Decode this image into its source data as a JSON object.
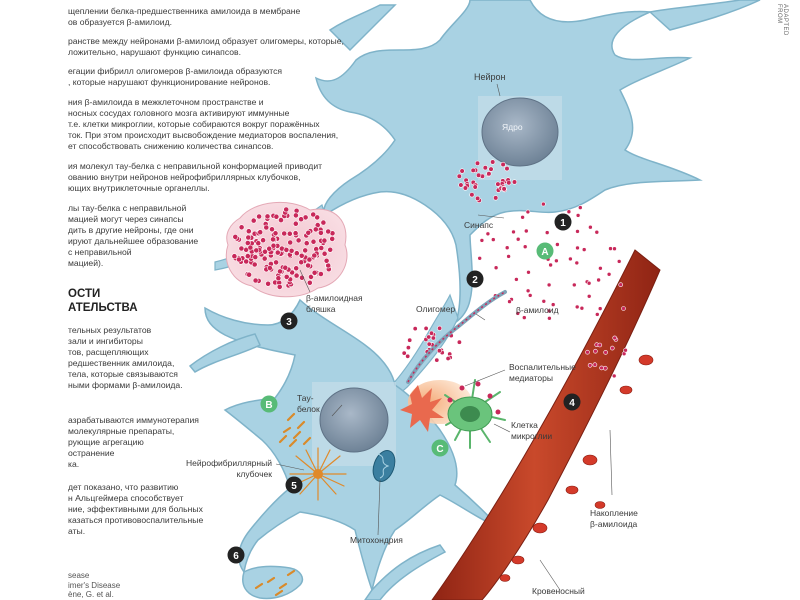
{
  "side_text": {
    "p1": "щеплении белка-предшественника амилоида в мембране\nов образуется β-амилоид.",
    "p2": "ранстве между нейронами β-амилоид образует олигомеры, которые,\nложительно, нарушают функцию синапсов.",
    "p3": "егации фибрилл олигомеров β-амилоида образуются\n, которые нарушают функционирование нейронов.",
    "p4": "ния β-амилоида в межклеточном пространстве и\nносных сосудах головного мозга активируют иммунные\nт.е. клетки микроглии, которые собираются вокруг поражённых\nток. При этом происходит высвобождение медиаторов воспаления,\nет способствовать снижению количества синапсов.",
    "p5": "ия молекул тау-белка с неправильной конформацией приводит\nованию внутри нейронов нейрофибриллярных клубочков,\nющих внутриклеточные органеллы.",
    "p6": "лы тау-белка с неправильной\nмацией могут через синапсы\nдить в другие нейроны, где они\nируют дальнейшее образование\nс неправильной\nмацией).",
    "heading": "ОСТИ\nАТЕЛЬСТВА",
    "p7": "тельных результатов\nзали и ингибиторы\nтов, расщепляющих\nредшественник амилоида,\nтела, которые связываются\nными формами β-амилоида.",
    "p8": "азрабатываются иммунотерапия\nмолекулярные препараты,\nрующие агрегацию\nостранение\nка.",
    "p9": "дет показано, что развитию\nн Альцгеймера способствует\nние, эффективными для больных\nказаться противовоспалительные\nаты.",
    "source": "sease\nimer's Disease\nène, G. et al.",
    "credit": "ADAPTED FROM"
  },
  "labels": {
    "neuron": "Нейрон",
    "nucleus": "Ядро",
    "synapse": "Синапс",
    "plaque": "β-амилоидная\nбляшка",
    "oligomer": "Олигомер",
    "beta_amyloid": "β-амилоид",
    "inflammatory": "Воспалительные\nмедиаторы",
    "tau": "Тау-\nбелок",
    "microglia": "Клетка\nмикроглии",
    "tangle": "Нейрофибриллярный\nклубочек",
    "mitochondria": "Митохондрия",
    "accumulation": "Накопление\nβ-амилоида",
    "vessel": "Кровеносный"
  },
  "markers": {
    "m1": "1",
    "m2": "2",
    "m3": "3",
    "m4": "4",
    "m5": "5",
    "m6": "6",
    "mA": "A",
    "mB": "B",
    "mC": "C"
  },
  "colors": {
    "neuron_fill": "#a9d2e3",
    "neuron_stroke": "#7fb3c9",
    "amyloid": "#c8285a",
    "vessel": "#b3331f",
    "marker_dark": "#222222",
    "marker_green": "#58bb77",
    "microglia": "#5ab56c",
    "tangle": "#e08a2a"
  }
}
